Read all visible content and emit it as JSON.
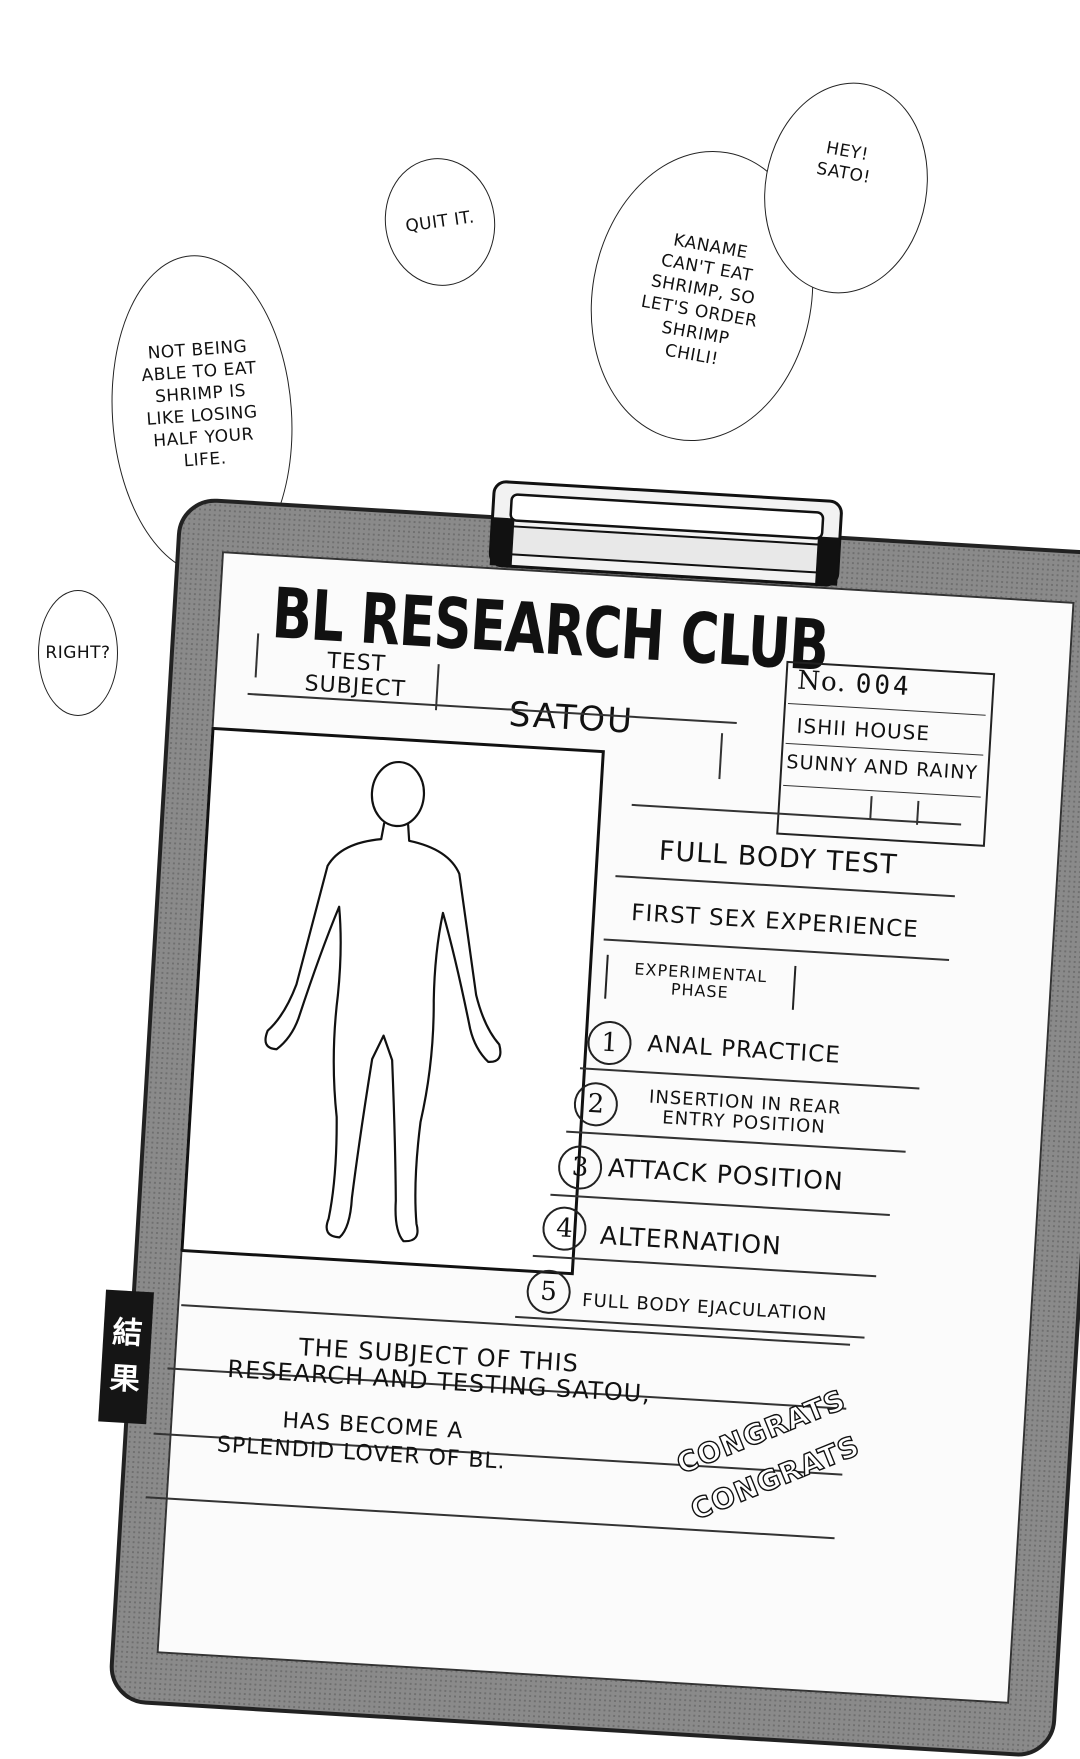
{
  "bubbles": {
    "quit": "QUIT IT.",
    "hey": "HEY!\nSATO!",
    "kaname": "KANAME\nCAN'T EAT\nSHRIMP, SO\nLET'S ORDER\nSHRIMP\nCHILI!",
    "not_being": "NOT BEING\nABLE TO EAT\nSHRIMP IS\nLIKE LOSING\nHALF YOUR\nLIFE.",
    "right": "RIGHT?"
  },
  "form": {
    "title": "BL RESEARCH CLUB",
    "test_subject_label_1": "TEST",
    "test_subject_label_2": "SUBJECT",
    "subject_name": "SATOU",
    "no_label": "No.",
    "no_value": "004",
    "location": "ISHII HOUSE",
    "weather": "SUNNY AND RAINY",
    "test_name": "FULL BODY TEST",
    "experience": "FIRST SEX EXPERIENCE",
    "phase_label_1": "EXPERIMENTAL",
    "phase_label_2": "PHASE",
    "steps": [
      {
        "num": "1",
        "text": "ANAL PRACTICE"
      },
      {
        "num": "2",
        "text": "INSERTION IN REAR",
        "text2": "ENTRY POSITION"
      },
      {
        "num": "3",
        "text": "ATTACK POSITION"
      },
      {
        "num": "4",
        "text": "ALTERNATION"
      },
      {
        "num": "5",
        "text": "FULL BODY EJACULATION"
      }
    ],
    "result_kanji_1": "結",
    "result_kanji_2": "果",
    "result_lines": [
      "THE SUBJECT OF THIS",
      "RESEARCH AND TESTING SATOU,",
      "HAS BECOME A",
      "SPLENDID LOVER OF BL."
    ],
    "congrats_1": "CONGRATS",
    "congrats_2": "CONGRATS"
  }
}
